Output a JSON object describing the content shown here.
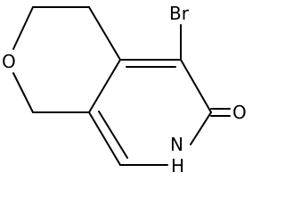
{
  "molecule": {
    "atoms": {
      "bromine": "Br",
      "carbonyl_oxygen": "O",
      "ring_oxygen": "O",
      "nitrogen": "N",
      "nitrogen_hydrogen": "H"
    }
  }
}
